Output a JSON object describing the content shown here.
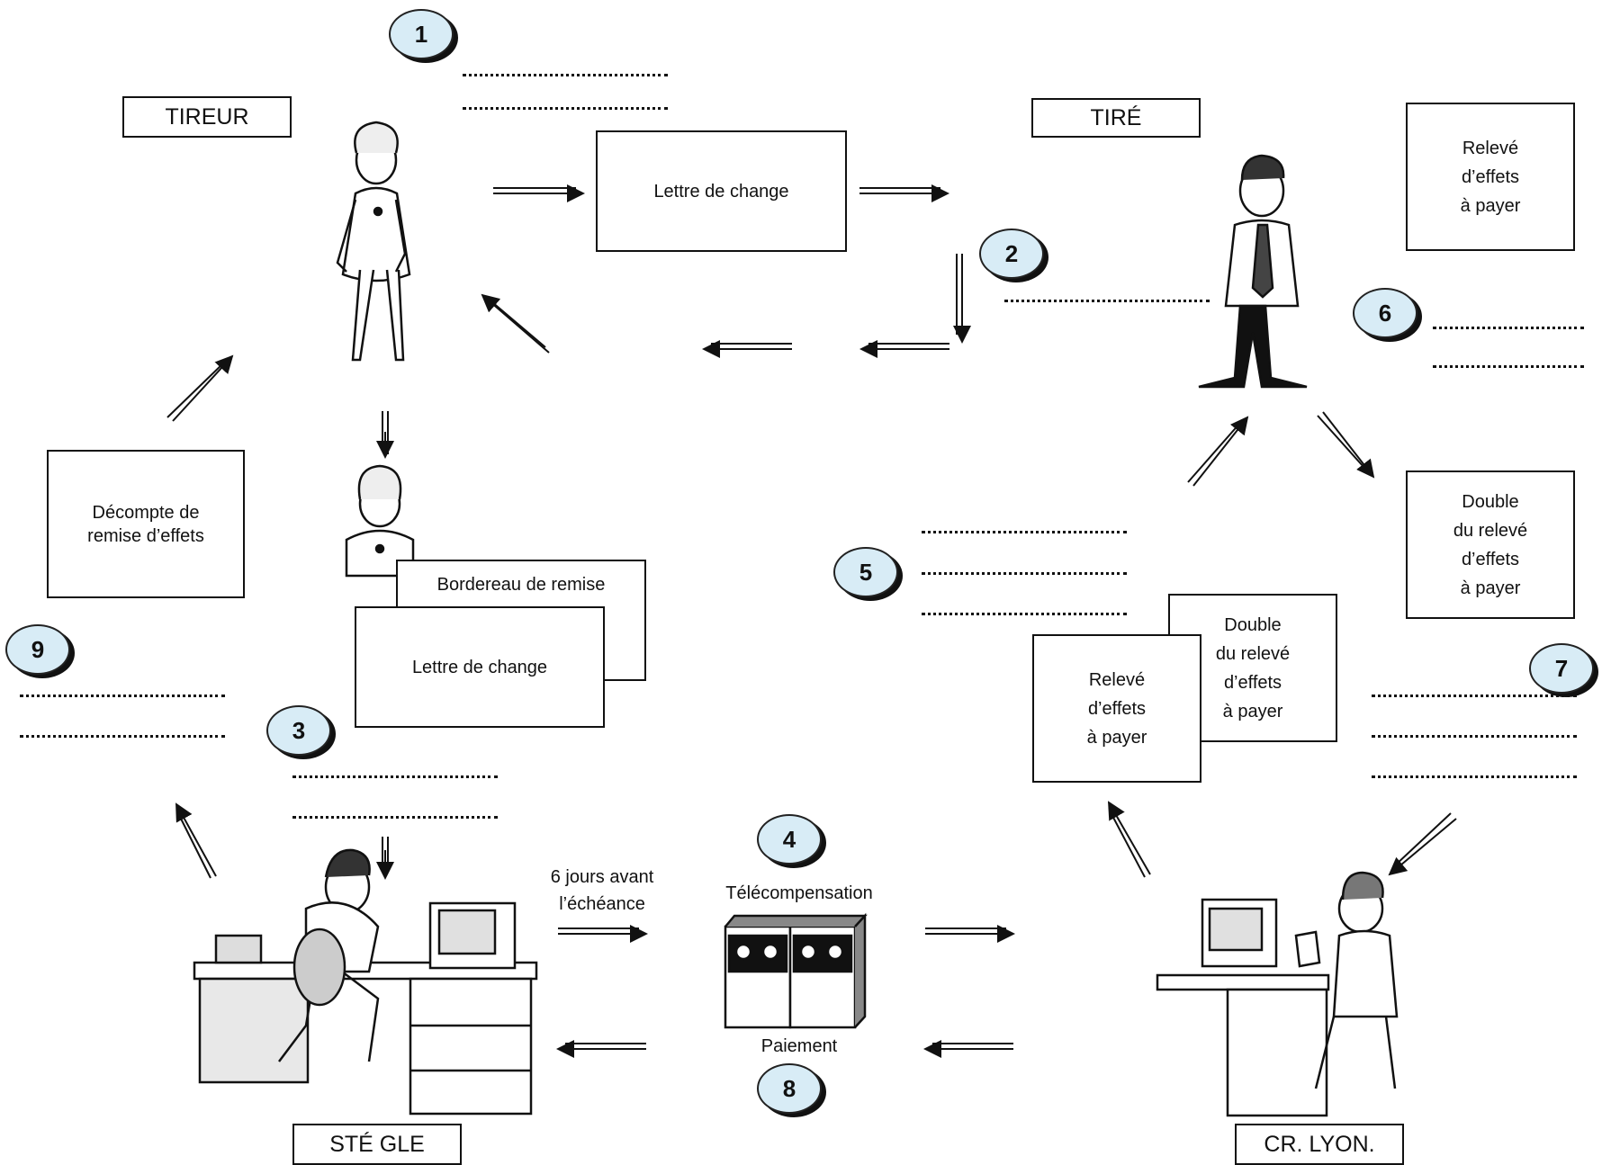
{
  "actors": {
    "tireur": "TIREUR",
    "tire": "TIRÉ",
    "ste_gle": "STÉ GLE",
    "cr_lyon": "CR. LYON."
  },
  "boxes": {
    "lettre_top": "Lettre de change",
    "bordereau": "Bordereau de remise",
    "lettre_mid": "Lettre de change",
    "decompte": "Décompte de\nremise d’effets",
    "releve_top": "Relevé\nd’effets\nà payer",
    "double_right": "Double\ndu relevé\nd’effets\nà payer",
    "double_mid": "Double\ndu relevé\nd’effets\nà payer",
    "releve_mid": "Relevé\nd’effets\nà payer"
  },
  "steps": [
    "1",
    "2",
    "3",
    "4",
    "5",
    "6",
    "7",
    "8",
    "9"
  ],
  "annotations": {
    "six_jours": "6 jours avant\nl’échéance",
    "telecompensation": "Télécompensation",
    "paiement": "Paiement"
  }
}
